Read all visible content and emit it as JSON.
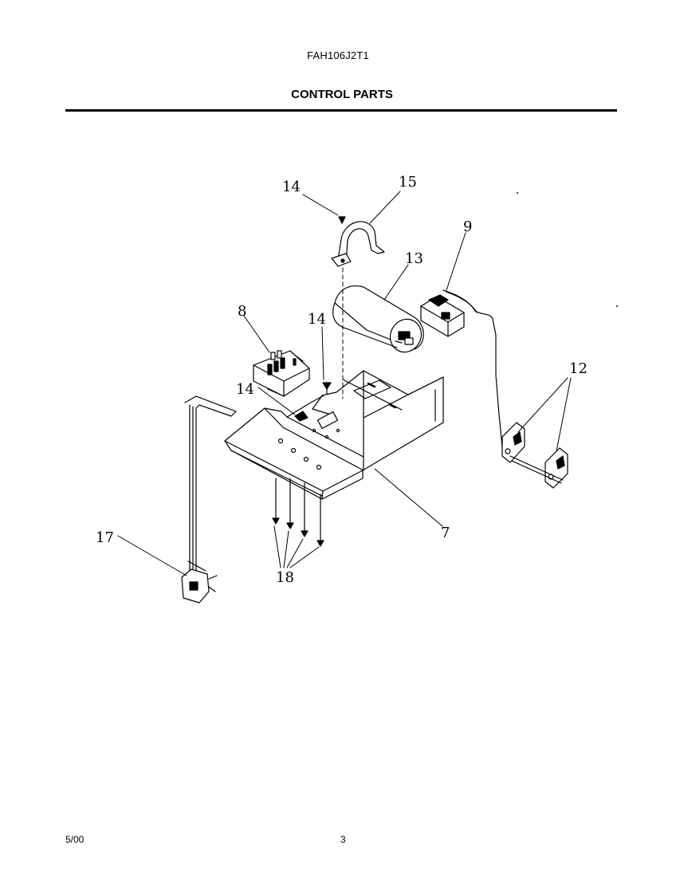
{
  "header": {
    "model_number": "FAH106J2T1",
    "section_title": "CONTROL PARTS"
  },
  "callouts": {
    "screw_top": "14",
    "capacitor_strap": "15",
    "capacitor": "13",
    "thermostat": "9",
    "relay": "8",
    "screw_mid": "14",
    "screw_left": "14",
    "brackets": "12",
    "control_box": "7",
    "power_cord": "17",
    "screws_bottom": "18"
  },
  "footer": {
    "date": "5/00",
    "page_number": "3"
  }
}
